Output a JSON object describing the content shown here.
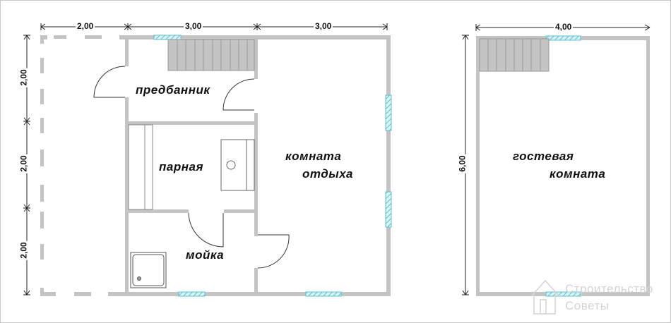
{
  "plan": {
    "ground_floor": {
      "rooms": [
        {
          "id": "predbannik",
          "label": "предбанник"
        },
        {
          "id": "parnaya",
          "label": "парная"
        },
        {
          "id": "moyka",
          "label": "мойка"
        },
        {
          "id": "komnata_otdykha",
          "label_line1": "комната",
          "label_line2": "отдыха"
        }
      ],
      "dimensions": {
        "top": [
          "2,00",
          "3,00",
          "3,00"
        ],
        "left": [
          "2,00",
          "2,00",
          "2,00"
        ]
      }
    },
    "upper_floor": {
      "rooms": [
        {
          "id": "gostevaya_komnata",
          "label_line1": "гостевая",
          "label_line2": "комната"
        }
      ],
      "dimensions": {
        "top": "4,00",
        "left": "6,00"
      }
    }
  },
  "colors": {
    "wall": "#c4c4c4",
    "window_fill": "#d9f2f5",
    "window_stroke": "#5cc3cf",
    "stairs": "#c4c4c4",
    "line": "#222222"
  },
  "watermark": {
    "line1": "Строительство",
    "line2": "Советы"
  }
}
